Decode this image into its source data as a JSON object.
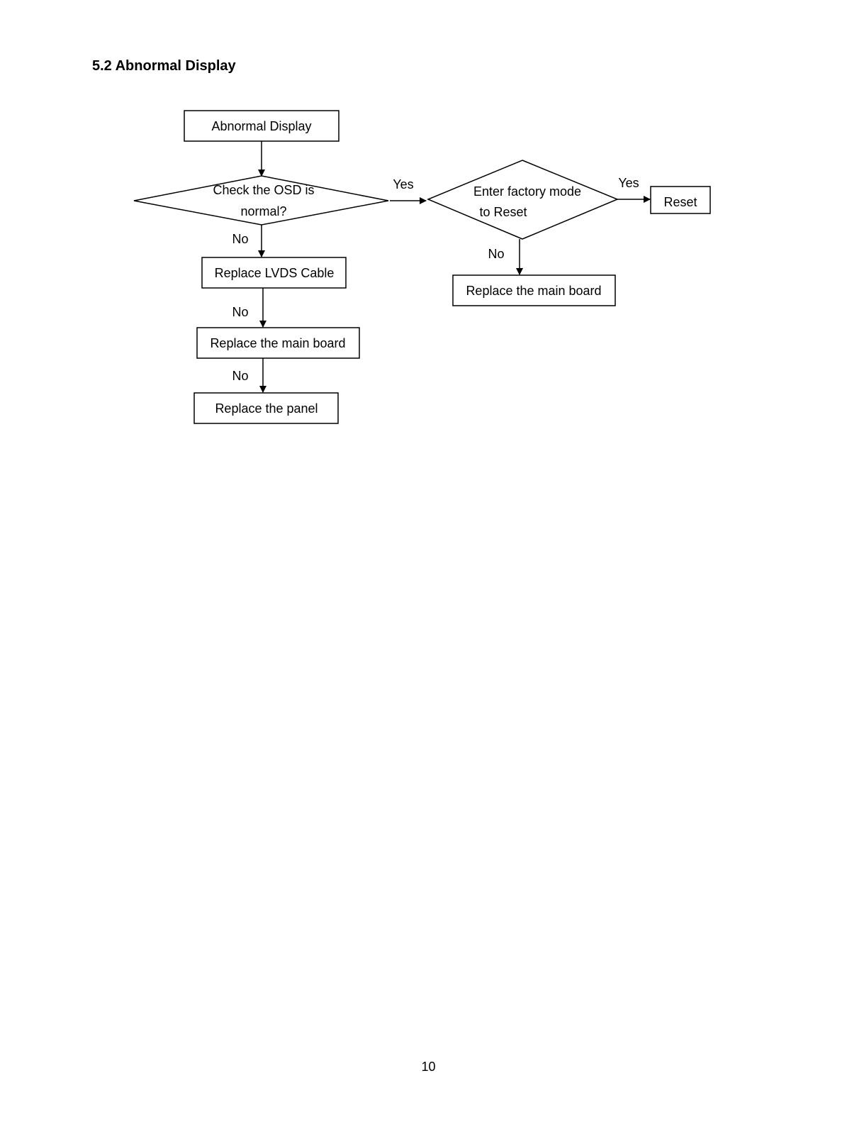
{
  "section": {
    "title": "5.2 Abnormal Display"
  },
  "flowchart": {
    "nodes": {
      "start": "Abnormal Display",
      "check_osd_line1": "Check the OSD is",
      "check_osd_line2": "normal?",
      "replace_lvds": "Replace LVDS Cable",
      "replace_main_left": "Replace the main board",
      "replace_panel": "Replace the panel",
      "factory_line1": "Enter factory mode",
      "factory_line2": "to Reset",
      "reset": "Reset",
      "replace_main_right": "Replace the main board"
    },
    "labels": {
      "yes_osd": "Yes",
      "yes_factory": "Yes",
      "no_osd": "No",
      "no_lvds": "No",
      "no_main": "No",
      "no_factory": "No"
    }
  },
  "footer": {
    "page_number": "10"
  }
}
